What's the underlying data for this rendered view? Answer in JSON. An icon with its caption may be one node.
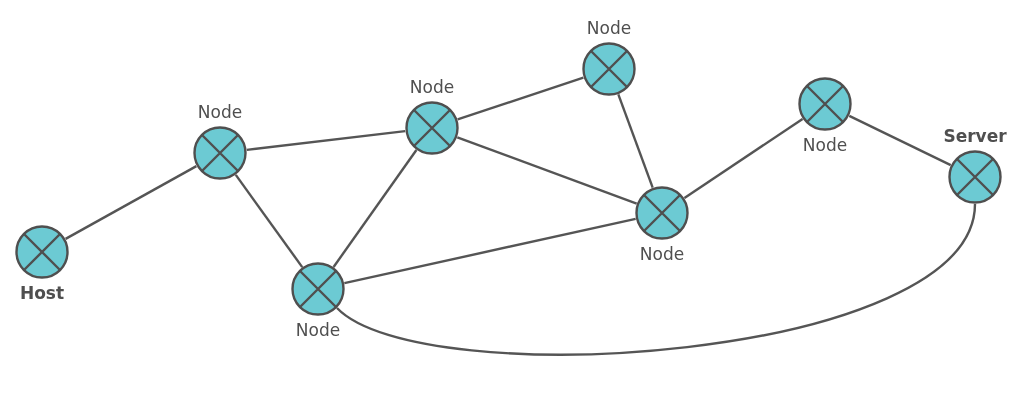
{
  "diagram": {
    "nodes": [
      {
        "text": [
          "Host"
        ]
      },
      {
        "text": [
          "Node"
        ]
      },
      {
        "text": [
          "Node"
        ]
      },
      {
        "text": [
          "Node"
        ]
      },
      {
        "text": [
          "Node"
        ]
      },
      {
        "text": [
          "Server"
        ]
      },
      {
        "text": [
          "Node"
        ]
      },
      {
        "text": [
          "Node"
        ]
      }
    ],
    "edges": [
      {
        "from": 0,
        "to": 1,
        "arrow": "none"
      },
      {
        "from": 1,
        "to": 2,
        "arrow": "none"
      },
      {
        "from": 1,
        "to": 6,
        "arrow": "none"
      },
      {
        "from": 2,
        "to": 3,
        "arrow": "none"
      },
      {
        "from": 2,
        "to": 7,
        "arrow": "none"
      },
      {
        "from": 2,
        "to": 6,
        "arrow": "none"
      },
      {
        "from": 3,
        "to": 7,
        "arrow": "none"
      },
      {
        "from": 6,
        "to": 7,
        "arrow": "none"
      },
      {
        "from": 7,
        "to": 4,
        "arrow": "none"
      },
      {
        "from": 4,
        "to": 5,
        "arrow": "none"
      },
      {
        "from": 6,
        "to": 5,
        "arrow": "none"
      }
    ]
  }
}
